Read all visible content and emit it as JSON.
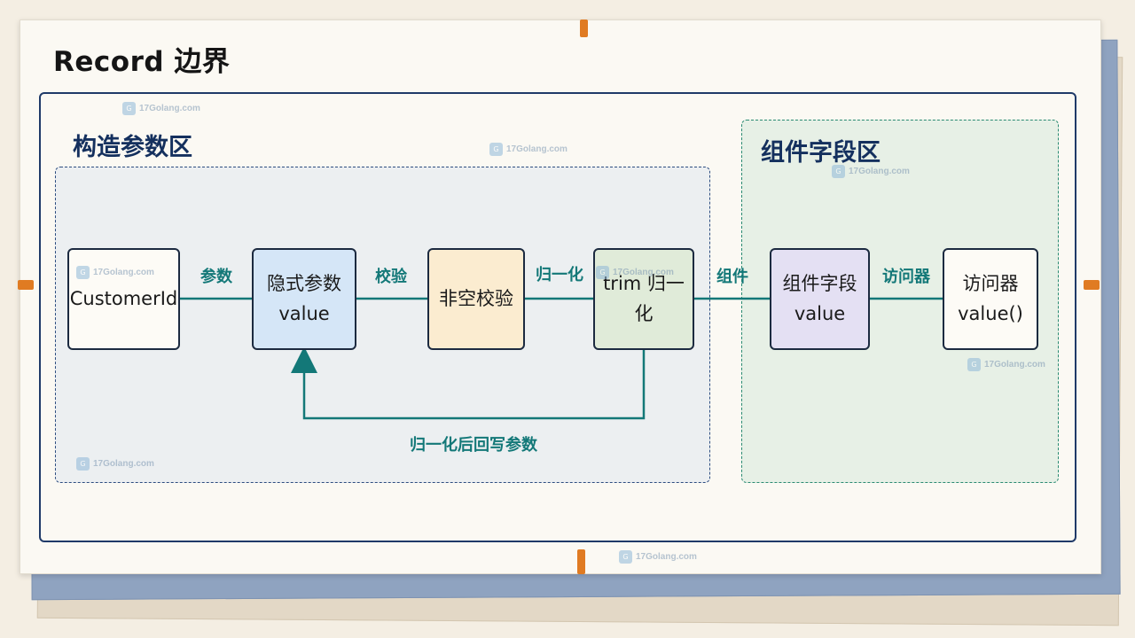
{
  "title": "Record 边界",
  "zones": {
    "constructor": "构造参数区",
    "component": "组件字段区"
  },
  "nodes": [
    {
      "id": "customer-id",
      "lines": [
        "CustomerId"
      ],
      "fill": "#fdfbf6"
    },
    {
      "id": "implicit-param",
      "lines": [
        "隐式参数",
        "value"
      ],
      "fill": "#d5e6f7"
    },
    {
      "id": "nonnull-check",
      "lines": [
        "非空校验"
      ],
      "fill": "#fbecd0"
    },
    {
      "id": "trim-normalize",
      "lines": [
        "trim 归一化"
      ],
      "fill": "#e0ebd9"
    },
    {
      "id": "component-field",
      "lines": [
        "组件字段",
        "value"
      ],
      "fill": "#e4e0f3"
    },
    {
      "id": "accessor",
      "lines": [
        "访问器",
        "value()"
      ],
      "fill": "#fdfbf6"
    }
  ],
  "edges": [
    {
      "id": "params",
      "label": "参数"
    },
    {
      "id": "validate",
      "label": "校验"
    },
    {
      "id": "normalize",
      "label": "归一化"
    },
    {
      "id": "component",
      "label": "组件"
    },
    {
      "id": "accessor",
      "label": "访问器"
    },
    {
      "id": "writeback",
      "label": "归一化后回写参数"
    }
  ],
  "watermark": "17Golang.com",
  "colors": {
    "edge": "#137878",
    "boundary": "#1f3a68",
    "accent_tick": "#e07b22"
  }
}
